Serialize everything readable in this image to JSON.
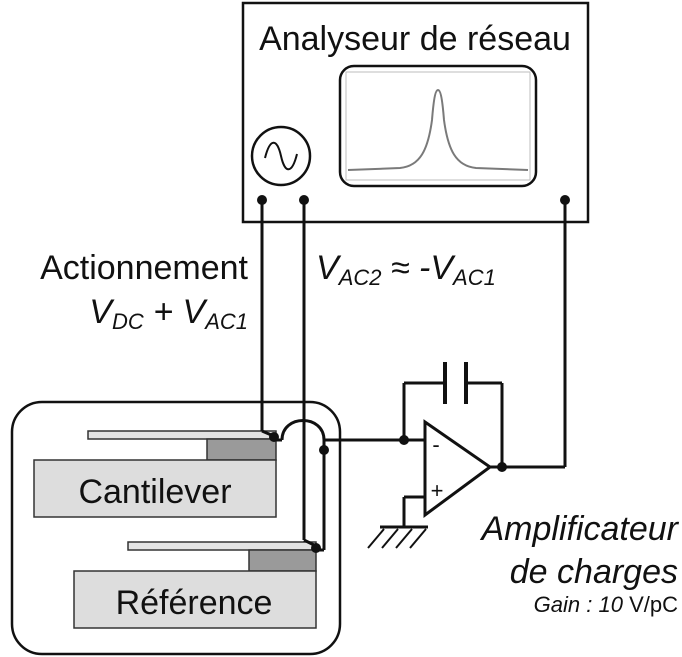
{
  "analyzer": {
    "title": "Analyseur de réseau"
  },
  "actuation": {
    "line1": "Actionnement",
    "vdc": "V",
    "vdc_sub": "DC",
    "plus": " + ",
    "vac1": "V",
    "vac1_sub": "AC1"
  },
  "reference_voltage": {
    "vac2": "V",
    "vac2_sub": "AC2",
    "approx": " ≈ -",
    "vac1": "V",
    "vac1_sub": "AC1"
  },
  "chip": {
    "cantilever_label": "Cantilever",
    "reference_label": "Référence"
  },
  "amplifier": {
    "line1": "Amplificateur",
    "line2": "de charges",
    "gain_prefix": "Gain : ",
    "gain_value": "10",
    "gain_unit": " V/pC",
    "minus": "-",
    "plus": "+"
  },
  "icons": [
    "sine-source-icon",
    "resonance-display-icon",
    "ground-icon",
    "capacitor-icon",
    "opamp-icon"
  ]
}
